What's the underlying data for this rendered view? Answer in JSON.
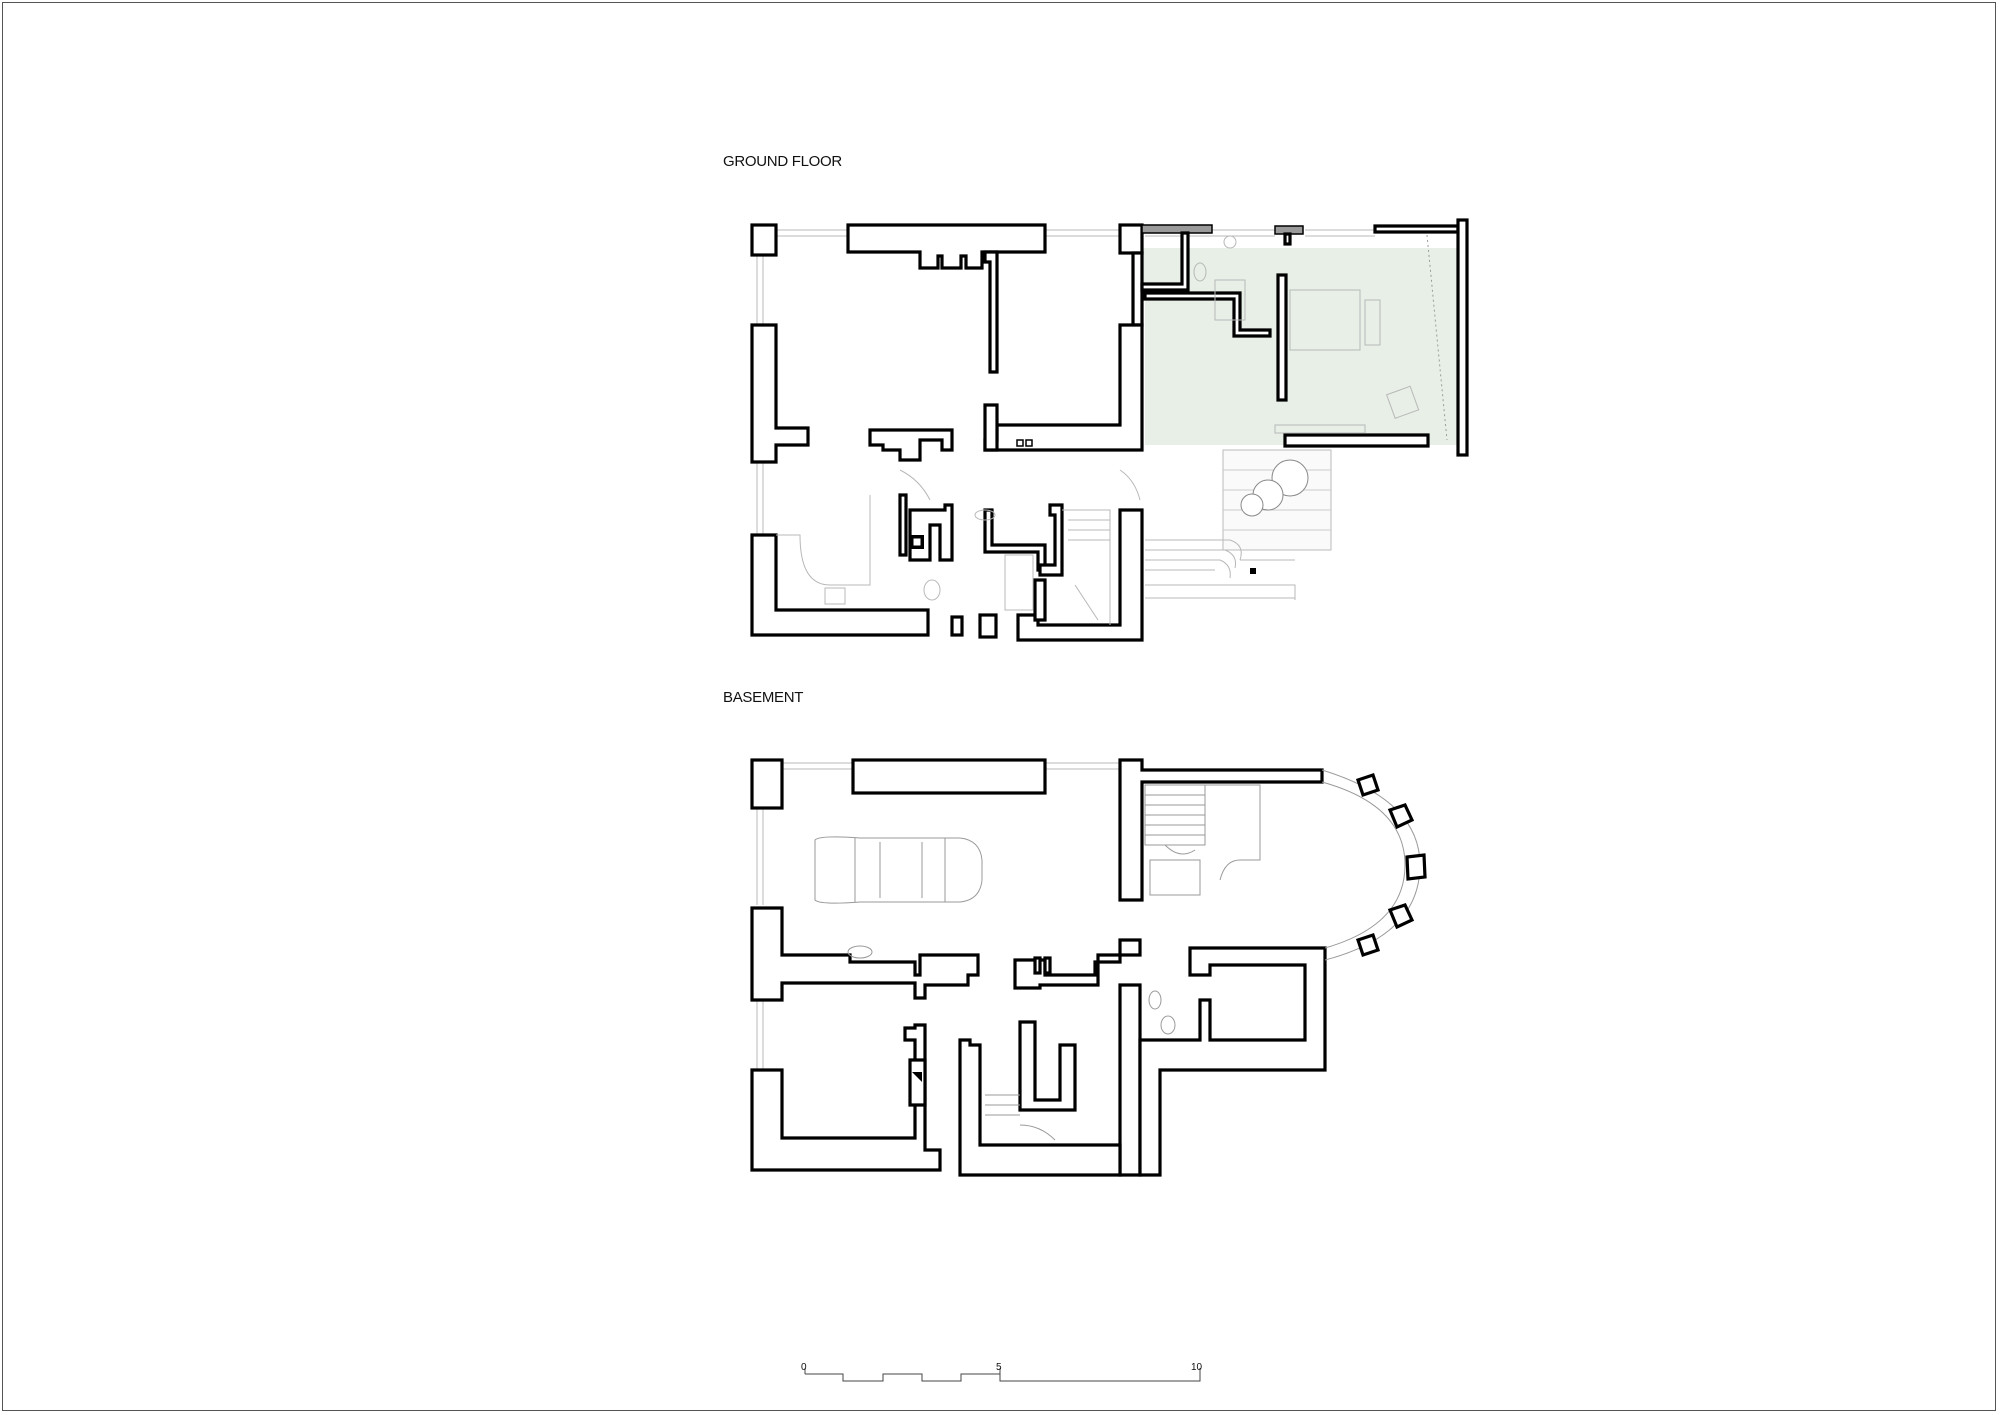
{
  "drawing": {
    "ground_floor_label": "GROUND FLOOR",
    "basement_label": "BASEMENT",
    "scale_bar": {
      "ticks": [
        "0",
        "5",
        "10"
      ]
    },
    "colors": {
      "wall": "#000000",
      "background": "#ffffff",
      "highlight": "#e8efe7",
      "furniture": "#b8b8b8"
    }
  }
}
